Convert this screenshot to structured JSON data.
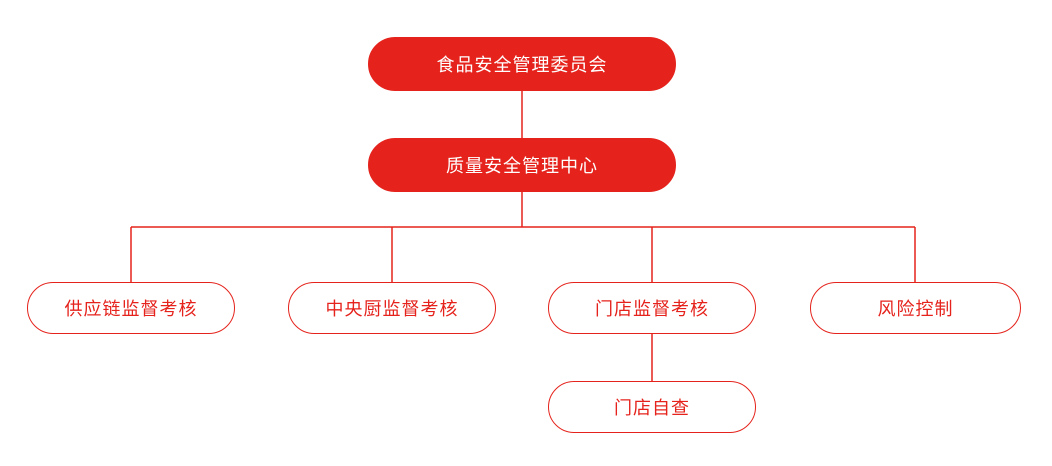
{
  "colors": {
    "accent": "#e5231c",
    "background": "#ffffff"
  },
  "nodes": {
    "committee": "食品安全管理委员会",
    "center": "质量安全管理中心",
    "supply_chain": "供应链监督考核",
    "central_kitchen": "中央厨监督考核",
    "store": "门店监督考核",
    "risk": "风险控制",
    "store_self_check": "门店自查"
  }
}
